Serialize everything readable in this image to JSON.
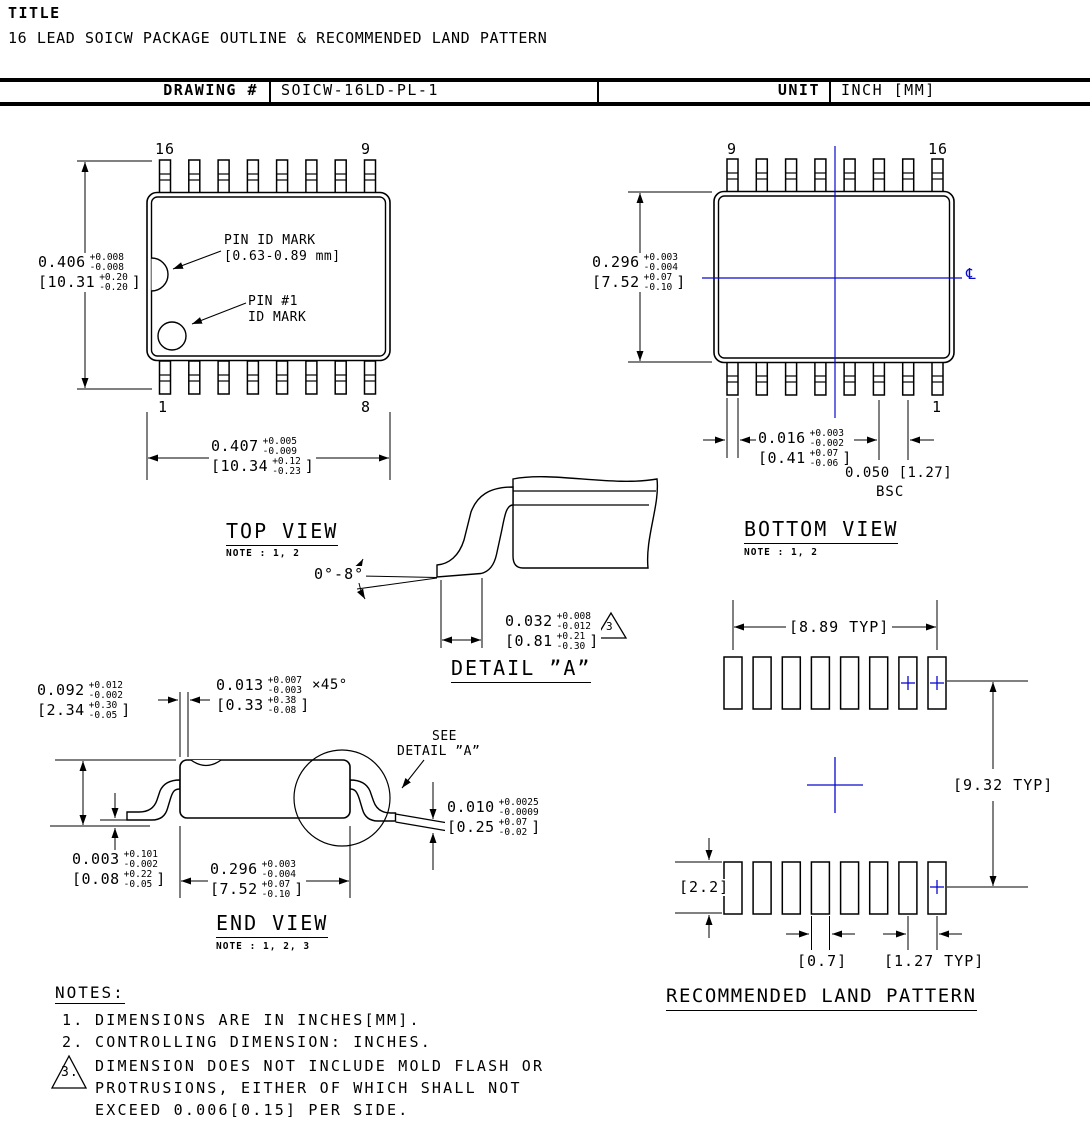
{
  "header": {
    "title_label": "TITLE",
    "title": "16 LEAD SOICW PACKAGE OUTLINE & RECOMMENDED LAND PATTERN",
    "drawing_label": "DRAWING #",
    "drawing_number": "SOICW-16LD-PL-1",
    "unit_label": "UNIT",
    "unit_value": "INCH [MM]"
  },
  "colors": {
    "line": "#000000",
    "centerline_blue": "#0a0acc",
    "background": "#ffffff"
  },
  "top_view": {
    "label": "TOP VIEW",
    "note": "NOTE : 1, 2",
    "pin_top_left": "16",
    "pin_top_right": "9",
    "pin_bottom_left": "1",
    "pin_bottom_right": "8",
    "callout_pin_id_1": "PIN ID MARK",
    "callout_pin_id_2": "[0.63-0.89 mm]",
    "callout_pin1_1": "PIN #1",
    "callout_pin1_2": "ID MARK",
    "dim_height": {
      "in": "0.406",
      "in_p": "+0.008",
      "in_m": "-0.008",
      "mm": "[10.31",
      "mm_p": "+0.20",
      "mm_m": "-0.20",
      "close": "]"
    },
    "dim_width": {
      "in": "0.407",
      "in_p": "+0.005",
      "in_m": "-0.009",
      "mm": "[10.34",
      "mm_p": "+0.12",
      "mm_m": "-0.23",
      "close": "]"
    }
  },
  "bottom_view": {
    "label": "BOTTOM VIEW",
    "note": "NOTE : 1, 2",
    "pin_top_left": "9",
    "pin_top_right": "16",
    "pin_bottom_right": "1",
    "centerline_symbol": "℄",
    "dim_height": {
      "in": "0.296",
      "in_p": "+0.003",
      "in_m": "-0.004",
      "mm": "[7.52",
      "mm_p": "+0.07",
      "mm_m": "-0.10",
      "close": "]"
    },
    "dim_lead": {
      "in": "0.016",
      "in_p": "+0.003",
      "in_m": "-0.002",
      "mm": "[0.41",
      "mm_p": "+0.07",
      "mm_m": "-0.06",
      "close": "]"
    },
    "dim_pitch_line1": "0.050 [1.27]",
    "dim_pitch_line2": "BSC"
  },
  "detail_a": {
    "label": "DETAIL ”A”",
    "angle": "0°-8°",
    "note_flag": "3",
    "dim_foot": {
      "in": "0.032",
      "in_p": "+0.008",
      "in_m": "-0.012",
      "mm": "[0.81",
      "mm_p": "+0.21",
      "mm_m": "-0.30",
      "close": "]"
    }
  },
  "end_view": {
    "label": "END VIEW",
    "note": "NOTE : 1, 2, 3",
    "see_detail_1": "SEE",
    "see_detail_2": "DETAIL ”A”",
    "dim_height": {
      "in": "0.092",
      "in_p": "+0.012",
      "in_m": "-0.002",
      "mm": "[2.34",
      "mm_p": "+0.30",
      "mm_m": "-0.05",
      "close": "]"
    },
    "dim_chamfer": {
      "in": "0.013",
      "in_p": "+0.007",
      "in_m": "-0.003",
      "suffix": "×45°",
      "mm": "[0.33",
      "mm_p": "+0.38",
      "mm_m": "-0.08",
      "close": "]"
    },
    "dim_standoff": {
      "in": "0.003",
      "in_p": "+0.101",
      "in_m": "-0.002",
      "mm": "[0.08",
      "mm_p": "+0.22",
      "mm_m": "-0.05",
      "close": "]"
    },
    "dim_width": {
      "in": "0.296",
      "in_p": "+0.003",
      "in_m": "-0.004",
      "mm": "[7.52",
      "mm_p": "+0.07",
      "mm_m": "-0.10",
      "close": "]"
    },
    "dim_lead_thickness": {
      "in": "0.010",
      "in_p": "+0.0025",
      "in_m": "-0.0009",
      "mm": "[0.25",
      "mm_p": "+0.07",
      "mm_m": "-0.02",
      "close": "]"
    }
  },
  "land_pattern": {
    "label": "RECOMMENDED LAND PATTERN",
    "dim_span_x": "[8.89 TYP]",
    "dim_span_y": "[9.32 TYP]",
    "dim_pad_height": "[2.2]",
    "dim_pad_width": "[0.7]",
    "dim_pitch": "[1.27 TYP]"
  },
  "notes": {
    "heading": "NOTES:",
    "items": [
      {
        "num": "1.",
        "lines": [
          "DIMENSIONS ARE IN INCHES[MM]."
        ]
      },
      {
        "num": "2.",
        "lines": [
          "CONTROLLING DIMENSION: INCHES."
        ]
      },
      {
        "num": "3.",
        "lines": [
          "DIMENSION DOES NOT INCLUDE MOLD FLASH OR",
          "PROTRUSIONS, EITHER OF WHICH SHALL NOT",
          "EXCEED 0.006[0.15] PER SIDE."
        ]
      }
    ]
  }
}
